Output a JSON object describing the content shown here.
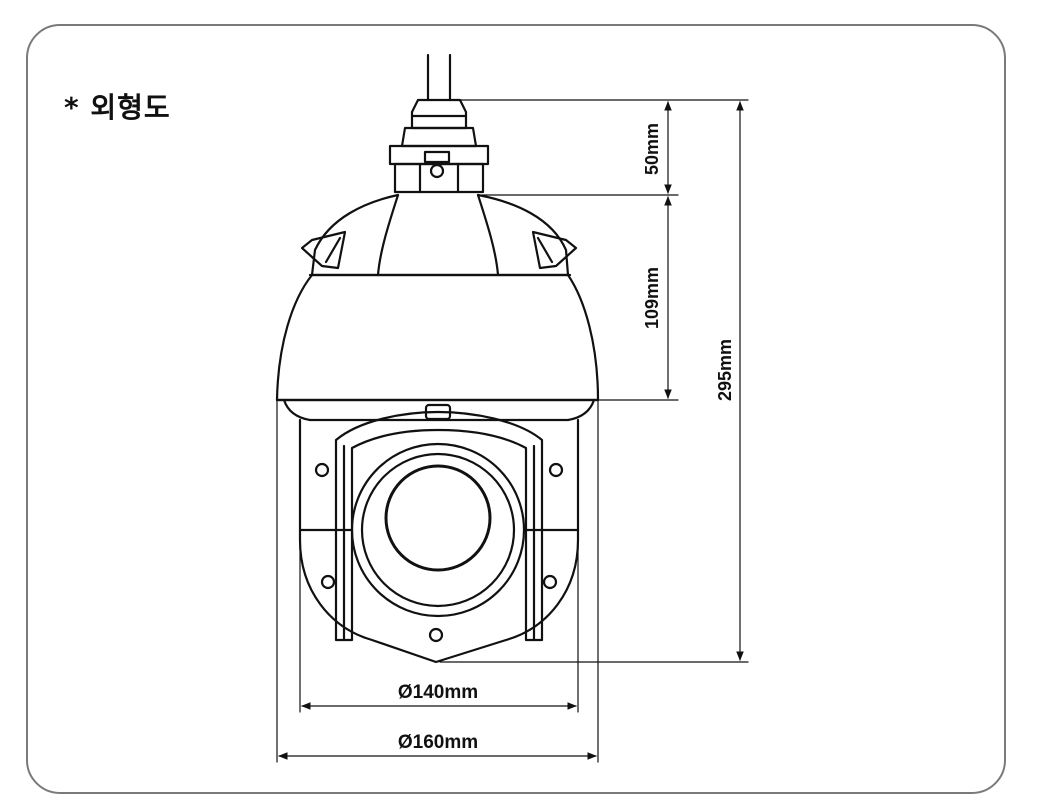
{
  "title": "* 외형도",
  "dimensions": {
    "cap_height": "50mm",
    "dome_height": "109mm",
    "total_height": "295mm",
    "inner_diameter": "Ø140mm",
    "outer_diameter": "Ø160mm"
  }
}
